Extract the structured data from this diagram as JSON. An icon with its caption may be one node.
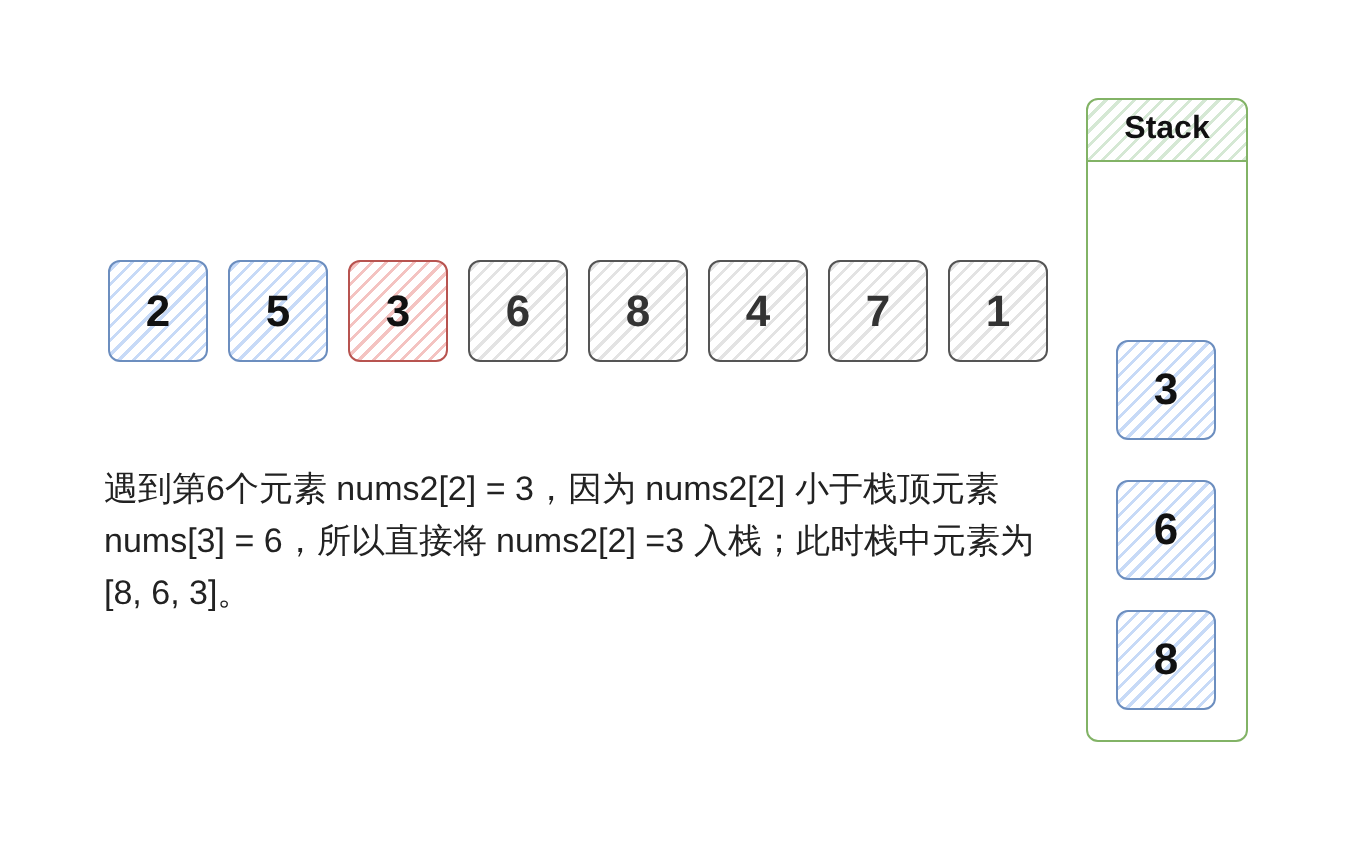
{
  "diagram": {
    "nodes": [
      {
        "text": [
          "2"
        ]
      },
      {
        "text": [
          "5"
        ]
      },
      {
        "text": [
          "3"
        ]
      },
      {
        "text": [
          "6"
        ]
      },
      {
        "text": [
          "8"
        ]
      },
      {
        "text": [
          "4"
        ]
      },
      {
        "text": [
          "7"
        ]
      },
      {
        "text": [
          "1"
        ]
      },
      {
        "text": [
          "Stack"
        ]
      },
      {
        "text": [
          "3"
        ],
        "in": 8
      },
      {
        "text": [
          "6"
        ],
        "in": 8
      },
      {
        "text": [
          "8"
        ],
        "in": 8
      }
    ],
    "labels": [
      "遇到第6个元素 nums2[2] = 3，因为 nums2[2] 小于栈顶元素 nums[3] = 6，所以直接将 nums2[2] =3 入栈；此时栈中元素为 [8, 6, 3]。"
    ]
  }
}
